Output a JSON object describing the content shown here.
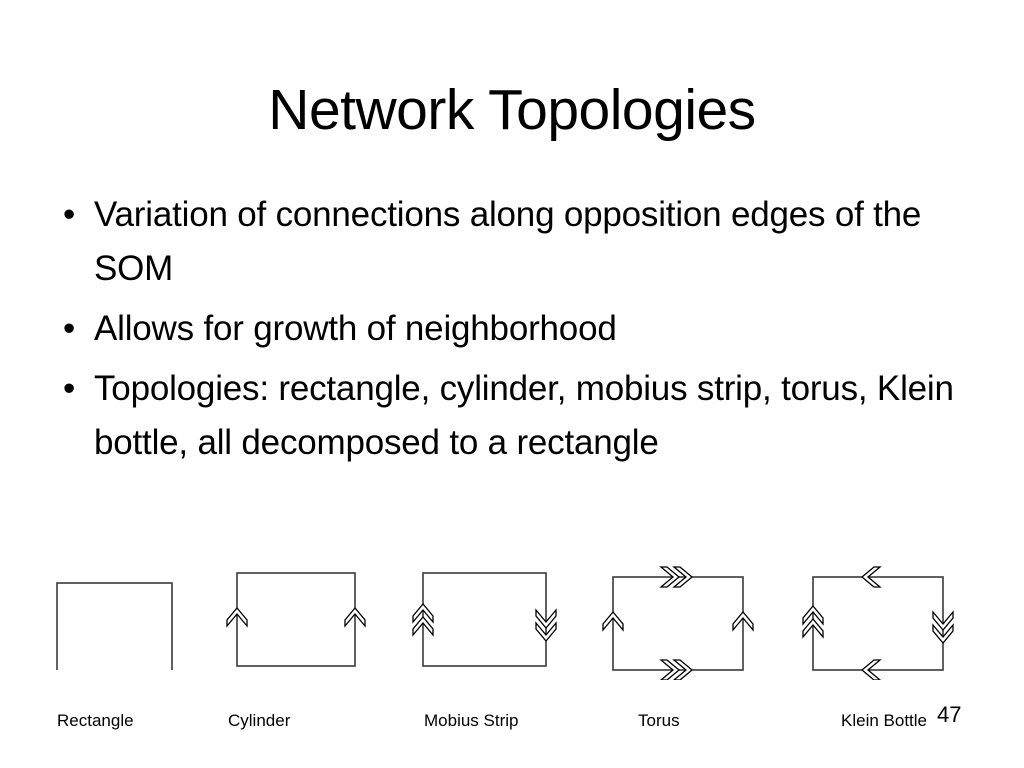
{
  "slide": {
    "title": "Network Topologies",
    "page_number": "47",
    "background_color": "#ffffff",
    "text_color": "#000000",
    "bullet_marker": "•",
    "bullets": [
      "Variation of connections along opposition edges of the SOM",
      "Allows for growth of neighborhood",
      "Topologies: rectangle, cylinder, mobius strip, torus, Klein bottle, all decomposed to a rectangle"
    ]
  },
  "figures": [
    {
      "id": "rectangle",
      "caption": "Rectangle",
      "edges": {
        "top": "none",
        "bottom": "none",
        "left": "none",
        "right": "none"
      }
    },
    {
      "id": "cylinder",
      "caption": "Cylinder",
      "edges": {
        "top": "none",
        "bottom": "none",
        "left": "single-arrow-right",
        "right": "single-arrow-right"
      }
    },
    {
      "id": "mobius-strip",
      "caption": "Mobius Strip",
      "edges": {
        "top": "none",
        "bottom": "none",
        "left": "double-arrow-right",
        "right": "double-arrow-left"
      }
    },
    {
      "id": "torus",
      "caption": "Torus",
      "edges": {
        "top": "double-arrow-right",
        "bottom": "double-arrow-right",
        "left": "single-arrow-right",
        "right": "single-arrow-right"
      }
    },
    {
      "id": "klein-bottle",
      "caption": "Klein Bottle",
      "edges": {
        "top": "single-arrow-left",
        "bottom": "single-arrow-left",
        "left": "double-arrow-right",
        "right": "double-arrow-left"
      }
    }
  ]
}
